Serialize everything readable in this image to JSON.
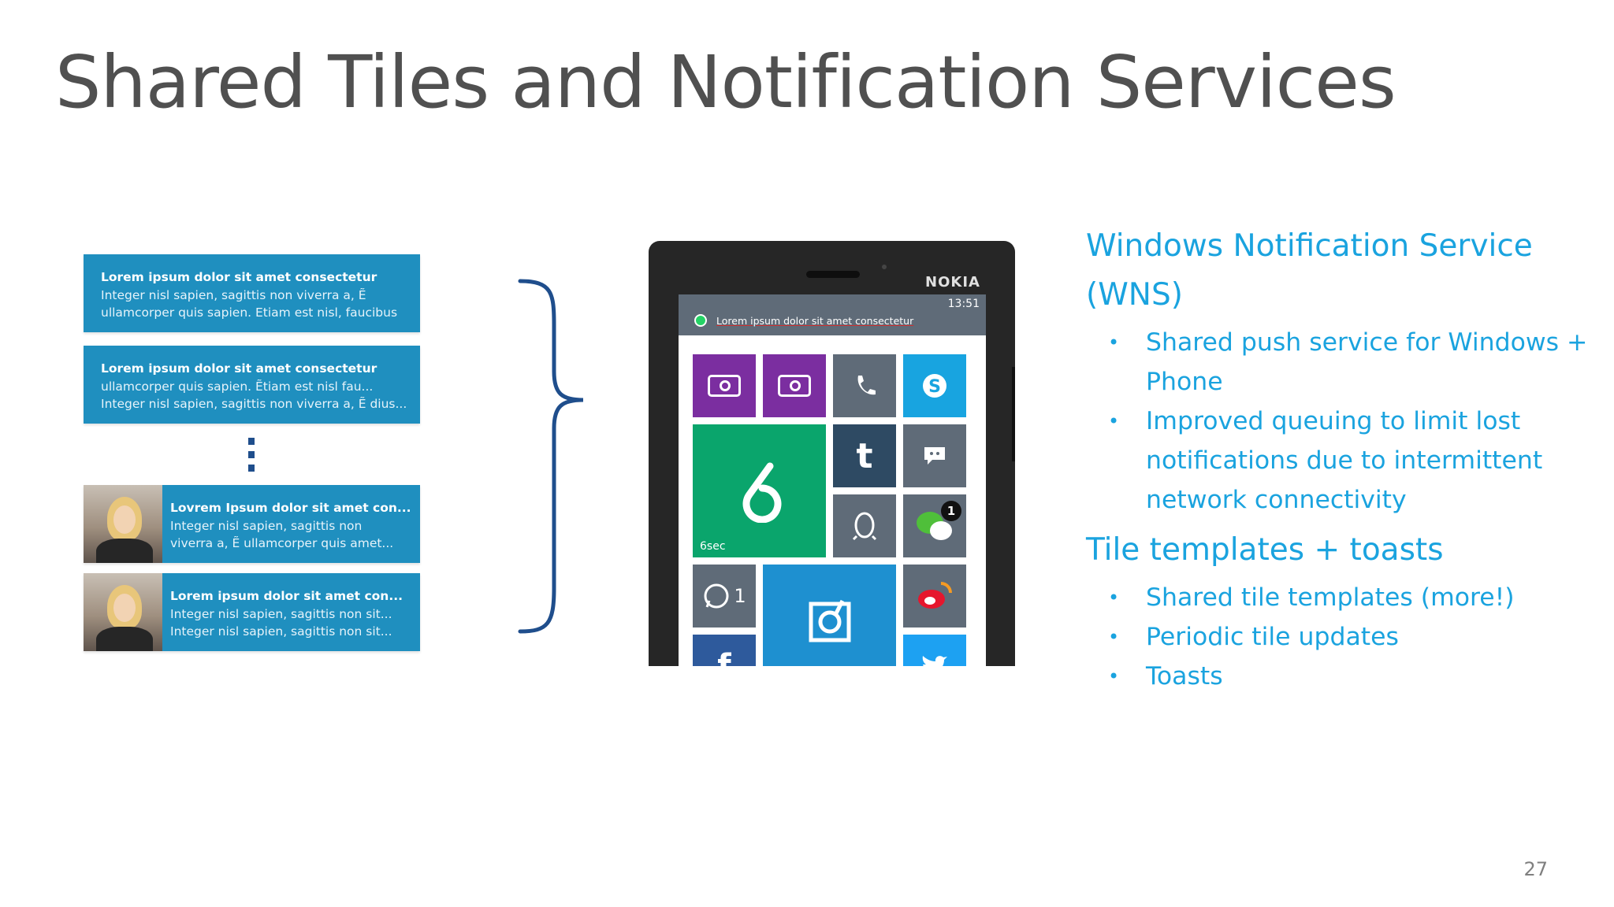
{
  "slide": {
    "title": "Shared Tiles and Notification Services",
    "page_number": "27"
  },
  "toasts": [
    {
      "line1": "Lorem ipsum dolor sit amet consectetur",
      "line2": "Integer nisl sapien, sagittis non viverra a, Ẽ",
      "line3": "ullamcorper quis sapien. Etiam est nisl, faucibus",
      "has_photo": false
    },
    {
      "line1": "Lorem ipsum dolor sit amet consectetur",
      "line2": "ullamcorper quis sapien. Ẽtiam est nisl fau...",
      "line3": "Integer nisl sapien, sagittis non viverra a, Ẽ dius...",
      "has_photo": false
    },
    {
      "line1": "Lovrem Ipsum dolor sit amet con...",
      "line2": "Integer nisl sapien, sagittis non",
      "line3": "viverra a, Ẽ ullamcorper quis amet...",
      "has_photo": true
    },
    {
      "line1": "Lorem ipsum dolor sit amet con...",
      "line2": "Integer nisl sapien, sagittis non sit...",
      "line3": "Integer nisl sapien, sagittis non sit...",
      "has_photo": true
    }
  ],
  "phone": {
    "brand": "NOKIA",
    "time": "13:51",
    "notification_text": "Lorem ipsum dolor sit amet consectetur",
    "tiles": {
      "vine_label": "6sec",
      "wechat_badge": "1",
      "whatsapp_count": "1",
      "tumblr_glyph": "t"
    },
    "colors": {
      "purple": "#7b2ea0",
      "slate": "#5f6b78",
      "skype": "#18a4e0",
      "tumblr": "#2e4a63",
      "vine": "#0aa56c",
      "blue": "#1e90d0",
      "weibo": "#5f6b78",
      "facebook": "#2e5a9c",
      "twitter": "#1da1f2"
    }
  },
  "features": {
    "wns_heading": "Windows Notification Service (WNS)",
    "wns_items": [
      "Shared push service for Windows + Phone",
      "Improved queuing to limit lost notifications due to intermittent network connectivity"
    ],
    "tiles_heading": "Tile templates + toasts",
    "tiles_items": [
      "Shared tile templates (more!)",
      "Periodic tile updates",
      "Toasts"
    ],
    "bullet_char": "•",
    "accent_color": "#1aa3df"
  }
}
